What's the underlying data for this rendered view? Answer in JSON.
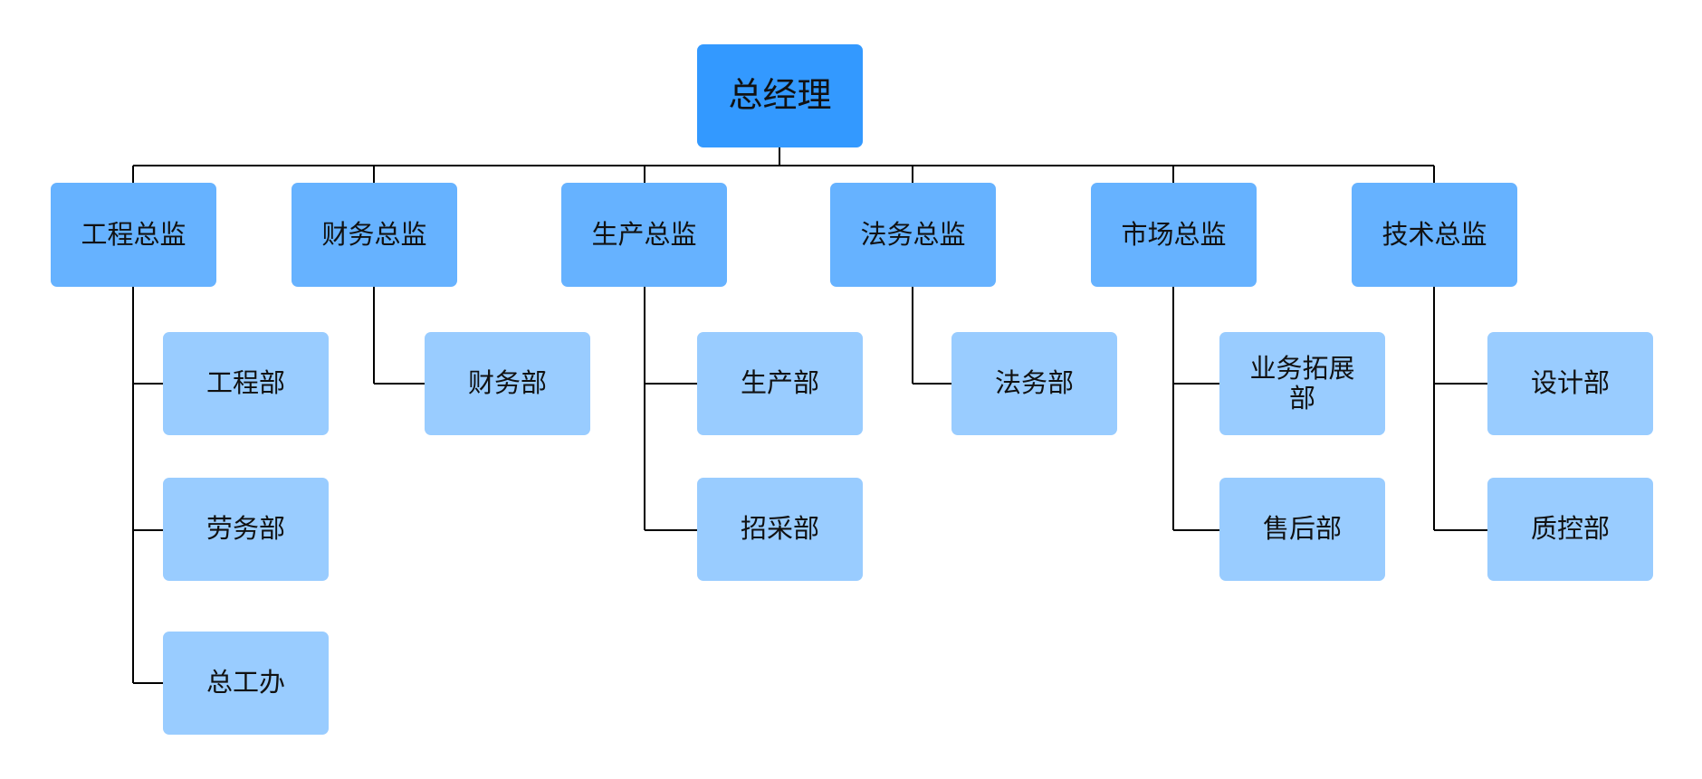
{
  "colors": {
    "root": "#3399ff",
    "director": "#66b2ff",
    "department": "#99ccff",
    "line": "#000000"
  },
  "root": {
    "label": "总经理"
  },
  "directors": [
    {
      "label": "工程总监",
      "departments": [
        "工程部",
        "劳务部",
        "总工办"
      ]
    },
    {
      "label": "财务总监",
      "departments": [
        "财务部"
      ]
    },
    {
      "label": "生产总监",
      "departments": [
        "生产部",
        "招采部"
      ]
    },
    {
      "label": "法务总监",
      "departments": [
        "法务部"
      ]
    },
    {
      "label": "市场总监",
      "departments": [
        "业务拓展部",
        "售后部"
      ]
    },
    {
      "label": "技术总监",
      "departments": [
        "设计部",
        "质控部"
      ]
    }
  ]
}
